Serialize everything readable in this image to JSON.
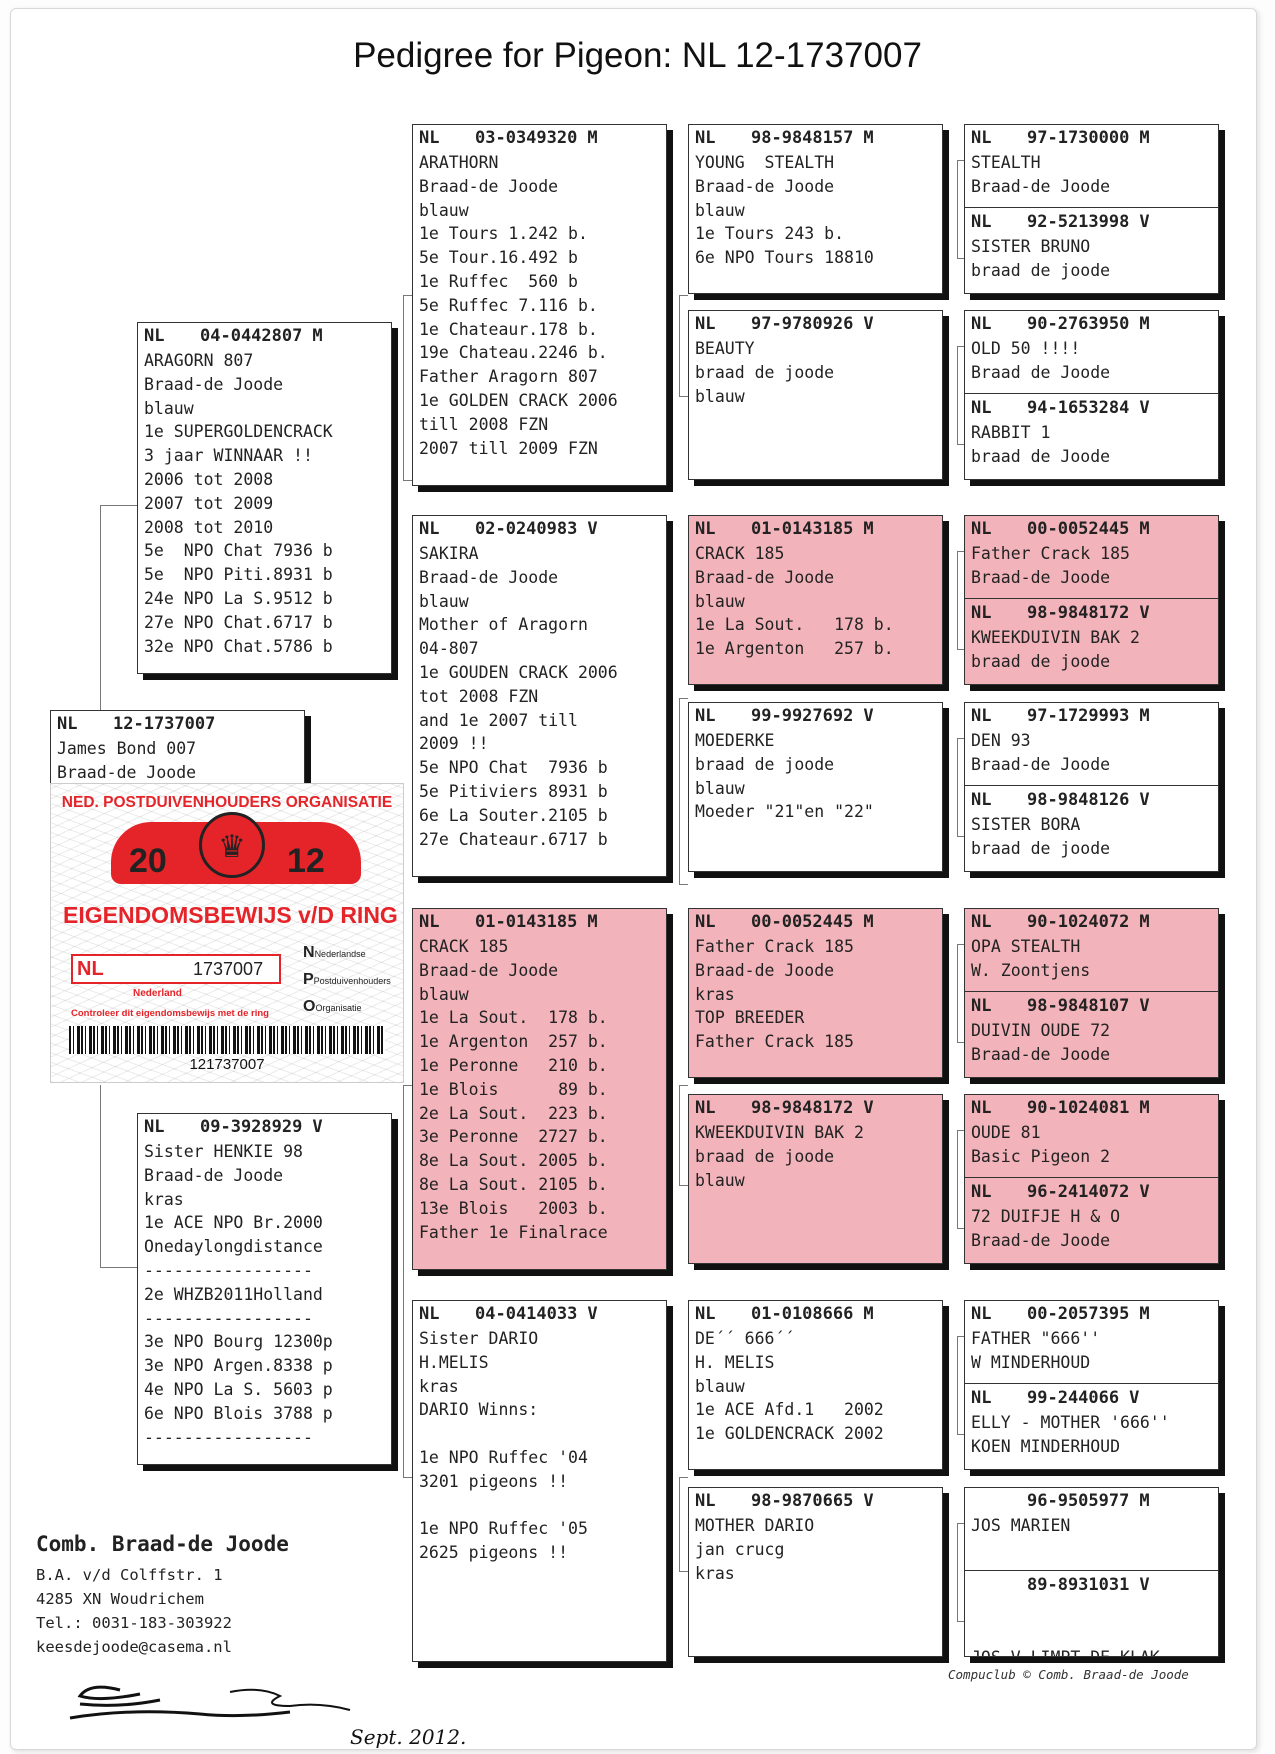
{
  "title": "Pedigree for Pigeon: NL  12-1737007",
  "subject": {
    "nl": "NL",
    "ring": "12-1737007",
    "sex": "",
    "lines": [
      "James Bond 007",
      "Braad-de Joode"
    ]
  },
  "sire": {
    "nl": "NL",
    "ring": "04-0442807",
    "sex": "M",
    "lines": [
      "ARAGORN 807",
      "Braad-de Joode",
      "blauw",
      "1e SUPERGOLDENCRACK",
      "3 jaar WINNAAR !!",
      "2006 tot 2008",
      "2007 tot 2009",
      "2008 tot 2010",
      "5e  NPO Chat 7936 b",
      "5e  NPO Piti.8931 b",
      "24e NPO La S.9512 b",
      "27e NPO Chat.6717 b",
      "32e NPO Chat.5786 b"
    ]
  },
  "dam": {
    "nl": "NL",
    "ring": "09-3928929",
    "sex": "V",
    "lines": [
      "Sister HENKIE 98",
      "Braad-de Joode",
      "kras",
      "1e ACE NPO Br.2000",
      "Onedaylongdistance",
      "-----------------",
      "2e WHZB2011Holland",
      "-----------------",
      "3e NPO Bourg 12300p",
      "3e NPO Argen.8338 p",
      "4e NPO La S. 5603 p",
      "6e NPO Blois 3788 p",
      "-----------------"
    ]
  },
  "ss": {
    "nl": "NL",
    "ring": "03-0349320",
    "sex": "M",
    "lines": [
      "ARATHORN",
      "Braad-de Joode",
      "blauw",
      "1e Tours 1.242 b.",
      "5e Tour.16.492 b",
      "1e Ruffec  560 b",
      "5e Ruffec 7.116 b.",
      "1e Chateaur.178 b.",
      "19e Chateau.2246 b.",
      "Father Aragorn 807",
      "1e GOLDEN CRACK 2006",
      "till 2008 FZN",
      "2007 till 2009 FZN"
    ]
  },
  "sd": {
    "nl": "NL",
    "ring": "02-0240983",
    "sex": "V",
    "lines": [
      "SAKIRA",
      "Braad-de Joode",
      "blauw",
      "Mother of Aragorn",
      "04-807",
      "1e GOUDEN CRACK 2006",
      "tot 2008 FZN",
      "and 1e 2007 till",
      "2009 !!",
      "5e NPO Chat  7936 b",
      "5e Pitiviers 8931 b",
      "6e La Souter.2105 b",
      "27e Chateaur.6717 b"
    ]
  },
  "ds": {
    "nl": "NL",
    "ring": "01-0143185",
    "sex": "M",
    "lines": [
      "CRACK 185",
      "Braad-de Joode",
      "blauw",
      "1e La Sout.  178 b.",
      "1e Argenton  257 b.",
      "1e Peronne   210 b.",
      "1e Blois      89 b.",
      "2e La Sout.  223 b.",
      "3e Peronne  2727 b.",
      "8e La Sout. 2005 b.",
      "8e La Sout. 2105 b.",
      "13e Blois   2003 b.",
      "Father 1e Finalrace"
    ]
  },
  "dd": {
    "nl": "NL",
    "ring": "04-0414033",
    "sex": "V",
    "lines": [
      "Sister DARIO",
      "H.MELIS",
      "kras",
      "DARIO Winns:",
      "",
      "1e NPO Ruffec '04",
      "3201 pigeons !!",
      "",
      "1e NPO Ruffec '05",
      "2625 pigeons !!"
    ]
  },
  "g1": {
    "nl": "NL",
    "ring": "98-9848157",
    "sex": "M",
    "lines": [
      "YOUNG  STEALTH",
      "Braad-de Joode",
      "blauw",
      "1e Tours 243 b.",
      "6e NPO Tours 18810"
    ]
  },
  "g2": {
    "nl": "NL",
    "ring": "97-9780926",
    "sex": "V",
    "lines": [
      "BEAUTY",
      "braad de joode",
      "blauw"
    ]
  },
  "g3": {
    "nl": "NL",
    "ring": "01-0143185",
    "sex": "M",
    "lines": [
      "CRACK 185",
      "Braad-de Joode",
      "blauw",
      "1e La Sout.   178 b.",
      "1e Argenton   257 b."
    ]
  },
  "g4": {
    "nl": "NL",
    "ring": "99-9927692",
    "sex": "V",
    "lines": [
      "MOEDERKE",
      "braad de joode",
      "blauw",
      "Moeder \"21\"en \"22\""
    ]
  },
  "g5": {
    "nl": "NL",
    "ring": "00-0052445",
    "sex": "M",
    "lines": [
      "Father Crack 185",
      "Braad-de Joode",
      "kras",
      "TOP BREEDER",
      "Father Crack 185"
    ]
  },
  "g6": {
    "nl": "NL",
    "ring": "98-9848172",
    "sex": "V",
    "lines": [
      "KWEEKDUIVIN BAK 2",
      "braad de joode",
      "blauw"
    ]
  },
  "g7": {
    "nl": "NL",
    "ring": "01-0108666",
    "sex": "M",
    "lines": [
      "DE´´ 666´´",
      "H. MELIS",
      "blauw",
      "1e ACE Afd.1   2002",
      "1e GOLDENCRACK 2002"
    ]
  },
  "g8": {
    "nl": "NL",
    "ring": "98-9870665",
    "sex": "V",
    "lines": [
      "MOTHER DARIO",
      "jan crucg",
      "kras"
    ]
  },
  "h1": {
    "nl": "NL",
    "ring": "97-1730000",
    "sex": "M",
    "lines": [
      "STEALTH",
      "Braad-de Joode"
    ]
  },
  "h2": {
    "nl": "NL",
    "ring": "92-5213998",
    "sex": "V",
    "lines": [
      "SISTER BRUNO",
      "braad de joode"
    ]
  },
  "h3": {
    "nl": "NL",
    "ring": "90-2763950",
    "sex": "M",
    "lines": [
      "OLD 50 !!!!",
      "Braad de Joode"
    ]
  },
  "h4": {
    "nl": "NL",
    "ring": "94-1653284",
    "sex": "V",
    "lines": [
      "RABBIT 1",
      "braad de Joode"
    ]
  },
  "h5": {
    "nl": "NL",
    "ring": "00-0052445",
    "sex": "M",
    "lines": [
      "Father Crack 185",
      "Braad-de Joode"
    ]
  },
  "h6": {
    "nl": "NL",
    "ring": "98-9848172",
    "sex": "V",
    "lines": [
      "KWEEKDUIVIN BAK 2",
      "braad de joode"
    ]
  },
  "h7": {
    "nl": "NL",
    "ring": "97-1729993",
    "sex": "M",
    "lines": [
      "DEN 93",
      "Braad-de Joode"
    ]
  },
  "h8": {
    "nl": "NL",
    "ring": "98-9848126",
    "sex": "V",
    "lines": [
      "SISTER BORA",
      "braad de joode"
    ]
  },
  "h9": {
    "nl": "NL",
    "ring": "90-1024072",
    "sex": "M",
    "lines": [
      "OPA STEALTH",
      "W. Zoontjens"
    ]
  },
  "h10": {
    "nl": "NL",
    "ring": "98-9848107",
    "sex": "V",
    "lines": [
      "DUIVIN OUDE 72",
      "Braad-de Joode"
    ]
  },
  "h11": {
    "nl": "NL",
    "ring": "90-1024081",
    "sex": "M",
    "lines": [
      "OUDE 81",
      "Basic Pigeon 2"
    ]
  },
  "h12": {
    "nl": "NL",
    "ring": "96-2414072",
    "sex": "V",
    "lines": [
      "72 DUIFJE H & O",
      "Braad-de Joode"
    ]
  },
  "h13": {
    "nl": "NL",
    "ring": "00-2057395",
    "sex": "M",
    "lines": [
      "FATHER \"666''",
      "W MINDERHOUD"
    ]
  },
  "h14": {
    "nl": "NL",
    "ring": "99-244066",
    "sex": "V",
    "lines": [
      "ELLY - MOTHER '666''",
      "KOEN MINDERHOUD"
    ]
  },
  "h15": {
    "nl": "",
    "ring": "96-9505977",
    "sex": "M",
    "lines": [
      "JOS MARIEN"
    ]
  },
  "h16": {
    "nl": "",
    "ring": "89-8931031",
    "sex": "V",
    "lines": [
      "",
      "",
      "JOS V LIMPT DE KLAK"
    ]
  },
  "card": {
    "org": "NED. POSTDUIVENHOUDERS ORGANISATIE",
    "year_left": "20",
    "year_right": "12",
    "title": "EIGENDOMSBEWIJS v/D RING",
    "nl": "NL",
    "number": "1737007",
    "country": "Nederland",
    "npo": [
      "Nederlandse",
      "Postduivenhouders",
      "Organisatie"
    ],
    "npo_initials": [
      "N",
      "P",
      "O"
    ],
    "control": "Controleer dit eigendomsbewijs met de ring",
    "barcode": "121737007"
  },
  "owner": {
    "name": "Comb. Braad-de Joode",
    "address": [
      "B.A. v/d Colffstr. 1",
      "4285 XN  Woudrichem",
      "Tel.: 0031-183-303922",
      "keesdejoode@casema.nl"
    ]
  },
  "credit": "Compuclub © Comb. Braad-de Joode",
  "signature": {
    "date": "Sept. 2012."
  },
  "colors": {
    "highlight": "#f3b3ba",
    "npo_red": "#e5242a"
  }
}
